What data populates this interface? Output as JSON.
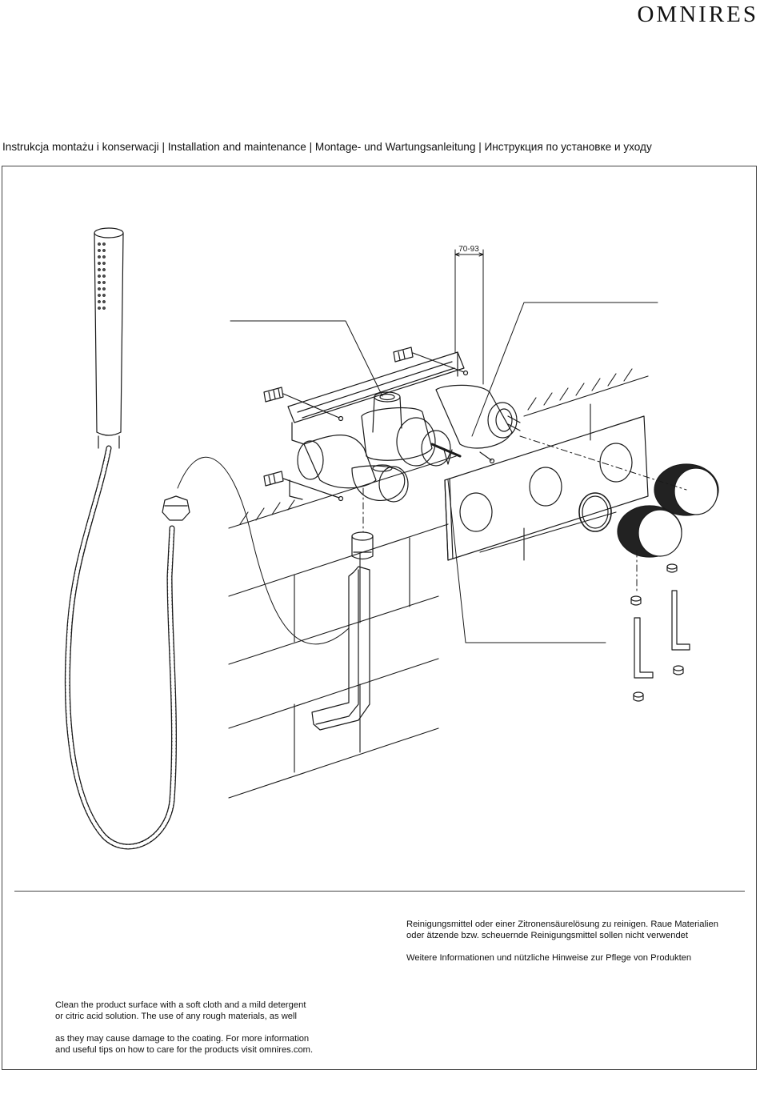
{
  "header": {
    "brand": "OMNIRES",
    "subtitle": "Instrukcja montażu i konserwacji | Installation and maintenance | Montage- und Wartungsanleitung | Инструкция по установке и уходу"
  },
  "diagram": {
    "dimension_label": "70-93"
  },
  "maintenance": {
    "de_line1": "Reinigungsmittel oder einer Zitronensäurelösung zu reinigen. Raue Materialien",
    "de_line2": "oder ätzende bzw. scheuernde Reinigungsmittel sollen nicht verwendet",
    "de_line3": "Weitere Informationen und nützliche Hinweise zur Pflege von Produkten",
    "en_line1": "Clean the product surface with a soft cloth and a mild detergent",
    "en_line2": "or citric acid solution. The use of any rough materials, as well",
    "en_line3": "as they may cause damage to the coating. For more information",
    "en_line4": "and useful tips on how to care for the products visit omnires.com."
  }
}
